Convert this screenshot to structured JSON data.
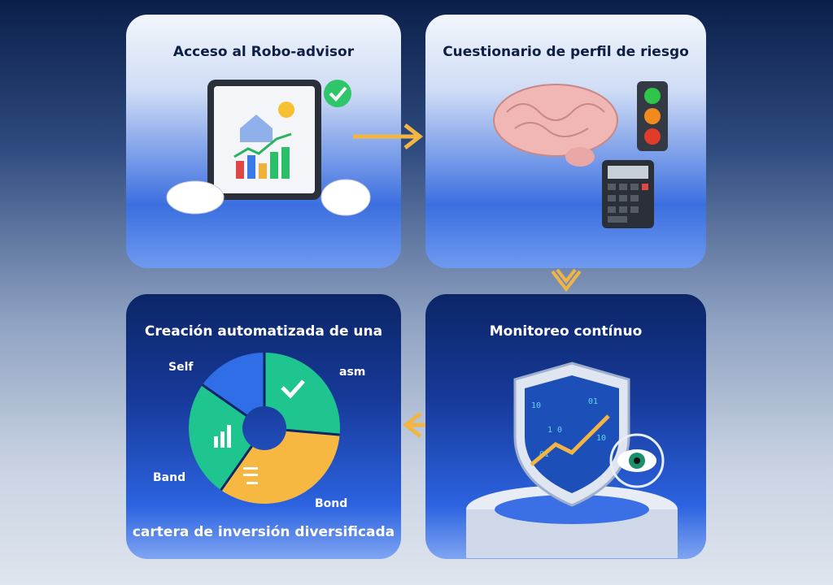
{
  "steps": [
    {
      "title": "Acceso al Robo-advisor"
    },
    {
      "title": "Cuestionario de perfil de riesgo"
    },
    {
      "title": "Creación automatizada de una",
      "subtitle": "cartera de inversión diversificada",
      "pie_labels": [
        "Self",
        "asm",
        "Band",
        "Bond"
      ]
    },
    {
      "title": "Monitoreo contínuo"
    }
  ],
  "colors": {
    "arrow": "#f2b544",
    "green": "#1fc58e",
    "blue": "#2f6ee6",
    "orange": "#f6b840"
  }
}
